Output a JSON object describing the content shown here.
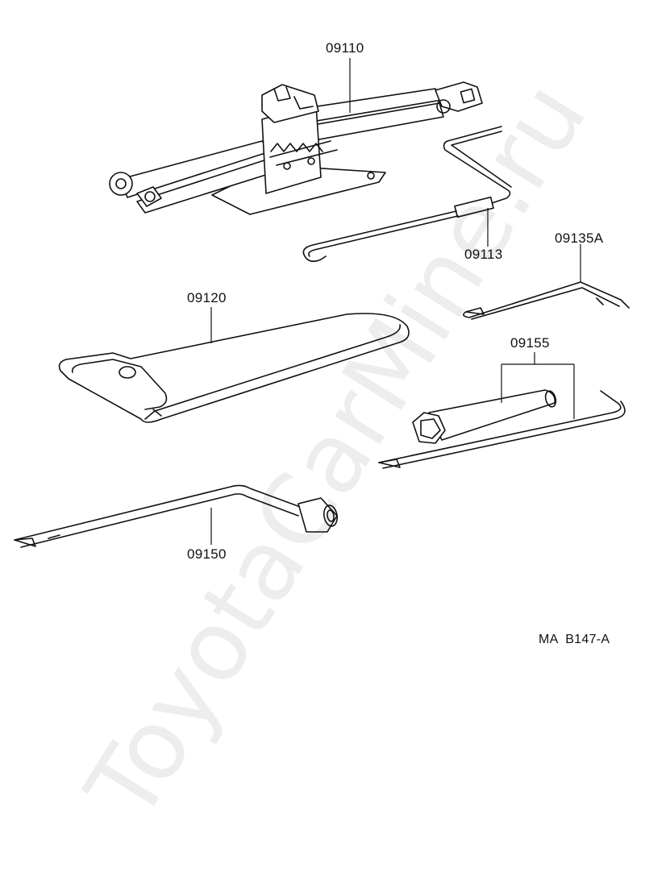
{
  "labels": {
    "jack": "09110",
    "handle": "09113",
    "handle_ext": "09135A",
    "bag": "09120",
    "wrench_set": "09155",
    "lug_wrench": "09150"
  },
  "diagram_code": "MA  B147-A",
  "watermark": "ToyotaCarMine.ru"
}
